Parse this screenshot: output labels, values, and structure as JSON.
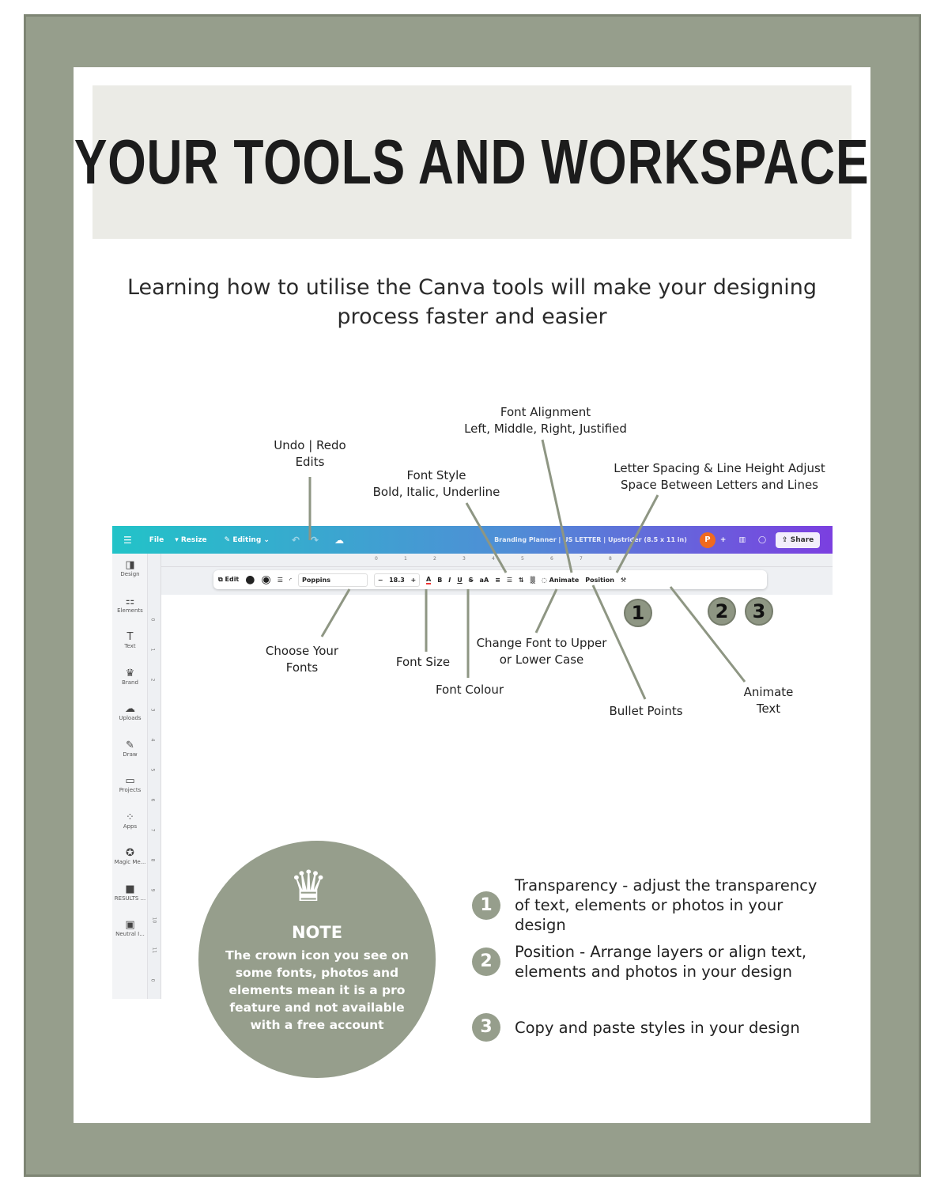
{
  "title": "YOUR TOOLS AND WORKSPACE",
  "intro": "Learning how to utilise the Canva tools will make your designing process faster and easier",
  "annotations": {
    "undo_redo": [
      "Undo | Redo",
      "Edits"
    ],
    "font_alignment": [
      "Font Alignment",
      "Left, Middle, Right, Justified"
    ],
    "font_style": [
      "Font Style",
      "Bold, Italic, Underline"
    ],
    "letter_spacing": [
      "Letter Spacing & Line Height Adjust",
      "Space Between Letters and Lines"
    ],
    "choose_fonts": [
      "Choose Your",
      "Fonts"
    ],
    "font_size": "Font Size",
    "case": [
      "Change Font to Upper",
      "or Lower Case"
    ],
    "font_colour": "Font Colour",
    "bullets": "Bullet Points",
    "animate": [
      "Animate",
      "Text"
    ]
  },
  "canva": {
    "topbar": {
      "file": "File",
      "resize": "▾ Resize",
      "editing": "✎ Editing ⌄",
      "doc_title": "Branding Planner | US LETTER | Upstrider  (8.5 x 11 in)",
      "avatar": "P",
      "share": "Share"
    },
    "sidebar": [
      {
        "icon": "◨",
        "label": "Design"
      },
      {
        "icon": "⚏",
        "label": "Elements"
      },
      {
        "icon": "T",
        "label": "Text"
      },
      {
        "icon": "♛",
        "label": "Brand"
      },
      {
        "icon": "☁",
        "label": "Uploads"
      },
      {
        "icon": "✎",
        "label": "Draw"
      },
      {
        "icon": "▭",
        "label": "Projects"
      },
      {
        "icon": "⁘",
        "label": "Apps"
      },
      {
        "icon": "✪",
        "label": "Magic Me..."
      },
      {
        "icon": "■",
        "label": "RESULTS ..."
      },
      {
        "icon": "▣",
        "label": "Neutral I..."
      }
    ],
    "ruler": [
      "0",
      "1",
      "2",
      "3",
      "4",
      "5",
      "6",
      "7",
      "8"
    ],
    "vruler": [
      "0",
      "1",
      "2",
      "3",
      "4",
      "5",
      "6",
      "7",
      "8",
      "9",
      "10",
      "11",
      "0"
    ],
    "toolbar": {
      "edit": "Edit",
      "font": "Poppins",
      "size": "18.3",
      "minus": "−",
      "plus": "+",
      "color": "A",
      "bold": "B",
      "italic": "I",
      "underline": "U",
      "strike": "S",
      "case": "aA",
      "align": "≡",
      "list": "☰",
      "spacing": "⇅",
      "transparency": "▒",
      "animate": "Animate",
      "position": "Position",
      "paint": "⚒"
    }
  },
  "markers": [
    "1",
    "2",
    "3"
  ],
  "note": {
    "heading": "NOTE",
    "body": "The crown  icon you see on some fonts, photos and elements mean it is a pro feature and not available with a free account"
  },
  "list": [
    {
      "n": "1",
      "text": "Transparency - adjust the transparency of text, elements or photos in your design"
    },
    {
      "n": "2",
      "text": "Position - Arrange layers or align text, elements and photos in your design"
    },
    {
      "n": "3",
      "text": "Copy and paste styles in your design"
    }
  ],
  "colors": {
    "sage": "#969e8c",
    "title_bg": "#ebebe6"
  }
}
